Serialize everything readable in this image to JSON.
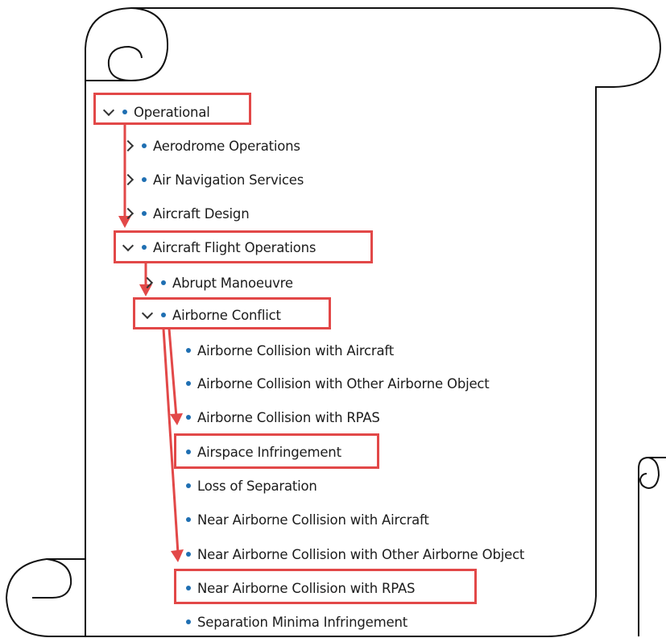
{
  "tree": {
    "operational": "Operational",
    "aerodrome_operations": "Aerodrome Operations",
    "air_navigation_services": "Air Navigation Services",
    "aircraft_design": "Aircraft Design",
    "aircraft_flight_operations": "Aircraft Flight Operations",
    "abrupt_manoeuvre": "Abrupt Manoeuvre",
    "airborne_conflict": "Airborne Conflict",
    "airborne_collision_aircraft": "Airborne Collision with Aircraft",
    "airborne_collision_other_object": "Airborne Collision with Other Airborne Object",
    "airborne_collision_rpas": "Airborne Collision with RPAS",
    "airspace_infringement": "Airspace Infringement",
    "loss_of_separation": "Loss of Separation",
    "near_airborne_collision_aircraft": "Near Airborne Collision with Aircraft",
    "near_airborne_collision_other_object": "Near Airborne Collision with Other Airborne Object",
    "near_airborne_collision_rpas": "Near Airborne Collision with RPAS",
    "separation_minima_infringement": "Separation Minima Infringement"
  },
  "colors": {
    "bullet": "#1f6fb2",
    "highlight": "#e24848",
    "text": "#1c1c1c"
  }
}
